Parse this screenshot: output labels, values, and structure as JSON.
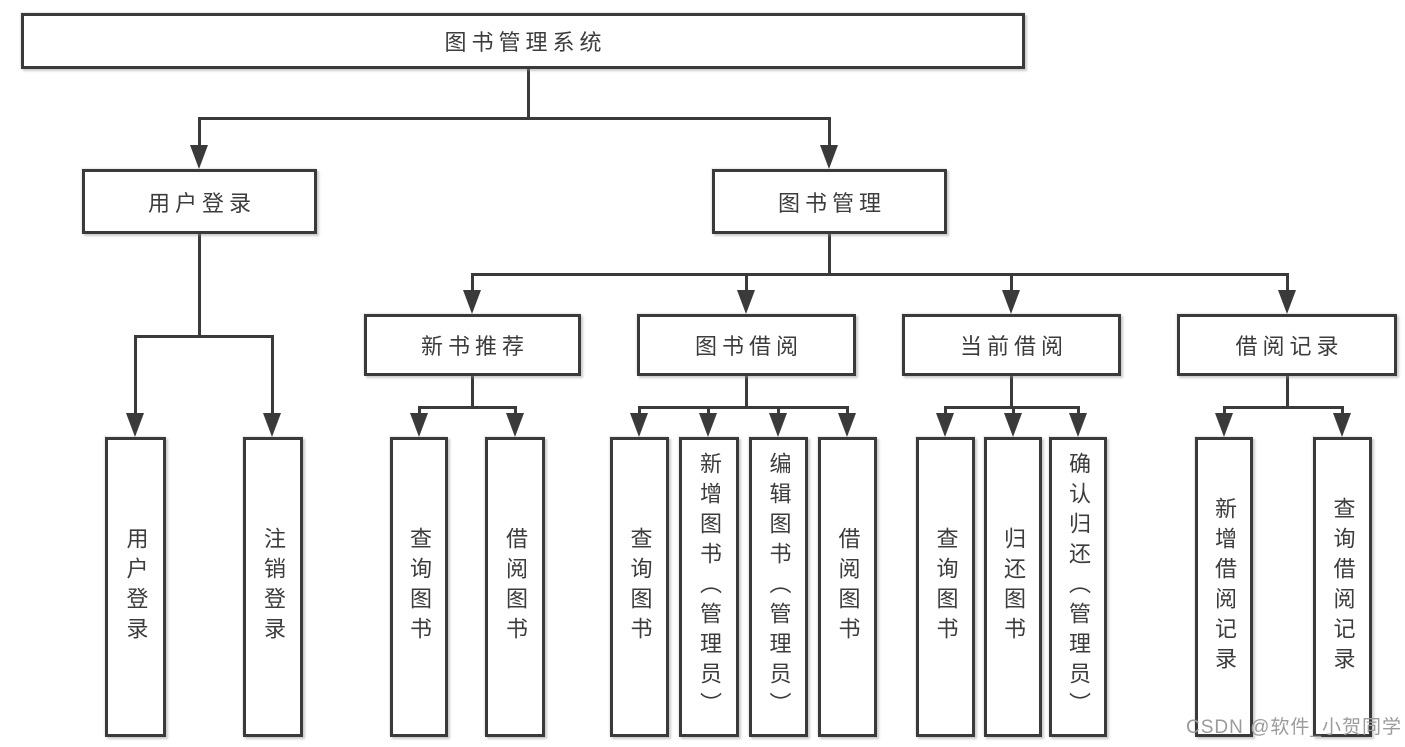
{
  "diagram": {
    "title": "图书管理系统",
    "nodes": {
      "root": "图书管理系统",
      "user_login": "用户登录",
      "book_mgmt": "图书管理",
      "new_book_rec": "新书推荐",
      "book_borrow": "图书借阅",
      "current_borrow": "当前借阅",
      "borrow_record": "借阅记录",
      "leaf_user_login": "用户登录",
      "leaf_logout": "注销登录",
      "leaf_nb_query": "查询图书",
      "leaf_nb_borrow": "借阅图书",
      "leaf_bb_query": "查询图书",
      "leaf_bb_add": "新增图书（管理员）",
      "leaf_bb_edit": "编辑图书（管理员）",
      "leaf_bb_borrow": "借阅图书",
      "leaf_cb_query": "查询图书",
      "leaf_cb_return": "归还图书",
      "leaf_cb_confirm": "确认归还（管理员）",
      "leaf_br_add": "新增借阅记录",
      "leaf_br_query": "查询借阅记录"
    },
    "colors": {
      "line": "#3a3a3a",
      "text": "#3c3c3c",
      "watermark": "#9b9b9b",
      "background": "#ffffff"
    }
  },
  "watermark": "CSDN @软件_小贺同学"
}
